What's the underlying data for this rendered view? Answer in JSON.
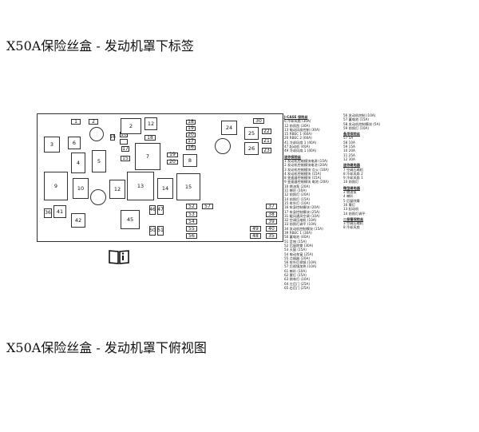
{
  "headings": {
    "top": "X50A保险丝盒 - 发动机罩下标签",
    "bottom": "X50A保险丝盒 - 发动机罩下俯视图"
  },
  "fusebox": {
    "labels": {
      "s1": "1",
      "s2": "2",
      "s3": "3",
      "s4": "4",
      "s5": "5",
      "s6": "6",
      "s7": "7",
      "s8": "8",
      "s9": "9",
      "s10": "10",
      "s12a": "12",
      "s12b": "12",
      "s13": "13",
      "s14": "14",
      "s15": "15",
      "s16": "16",
      "s17": "17",
      "s18": "18",
      "s19": "19",
      "s20": "20",
      "s21": "21",
      "s22": "22",
      "s23": "23",
      "s24": "24",
      "s25": "25",
      "s26": "26",
      "s29": "29",
      "s30": "30",
      "s31": "31",
      "s32": "32",
      "s33": "33",
      "s35": "35",
      "s36": "36",
      "s37": "37",
      "s38": "38",
      "s39": "39",
      "s40": "40",
      "s41": "41",
      "s42": "42",
      "s45": "45",
      "s46": "46",
      "s47": "47",
      "s48": "48",
      "s49": "49",
      "s50": "50",
      "s51": "51",
      "s52": "52",
      "s53": "53",
      "s54": "54",
      "s55": "55",
      "s56": "56",
      "s57": "57"
    }
  },
  "legend": {
    "col1": [
      {
        "type": "sec",
        "text": "J-CASE 保险丝"
      },
      {
        "type": "ln",
        "text": "6  冷却风扇 (30A)"
      },
      {
        "type": "ln",
        "text": "12  前雨刮 (30A)"
      },
      {
        "type": "ln",
        "text": "13  电动风扇控制 (30A)"
      },
      {
        "type": "ln",
        "text": "15  RBEC 1 (60A)"
      },
      {
        "type": "ln",
        "text": "20  RBEC 2 (60A)"
      },
      {
        "type": "ln",
        "text": "41  冷却风扇 1 (40A)"
      },
      {
        "type": "ln",
        "text": "47  起动机 (40A)"
      },
      {
        "type": "ln",
        "text": "49  冷却风扇 1 (40A)"
      },
      {
        "type": "sec",
        "text": "迷你保险丝"
      },
      {
        "type": "ln",
        "text": "1  发动机控制模块电源 (15A)"
      },
      {
        "type": "ln",
        "text": "2  发动机控制模块电池 (20A)"
      },
      {
        "type": "ln",
        "text": "3  发动机控制模块 点火 (10A)"
      },
      {
        "type": "ln",
        "text": "4  发动机控制模块 (15A)"
      },
      {
        "type": "ln",
        "text": "8  变速器控制模块 (15A)"
      },
      {
        "type": "ln",
        "text": "9  变速器控制模块 电池 (20A)"
      },
      {
        "type": "ln",
        "text": "10  燃油泵 (20A)"
      },
      {
        "type": "ln",
        "text": "11  喇叭 (10A)"
      },
      {
        "type": "ln",
        "text": "12  前照灯 (20A)"
      },
      {
        "type": "ln",
        "text": "14  前照灯 (15A)"
      },
      {
        "type": "ln",
        "text": "15  车外灯 (10A)"
      },
      {
        "type": "ln",
        "text": "16  车身控制模块 (20A)"
      },
      {
        "type": "ln",
        "text": "17  车身控制模块 (25A)"
      },
      {
        "type": "ln",
        "text": "31  暖风通风空调 (10A)"
      },
      {
        "type": "ln",
        "text": "32  空调压缩机 (10A)"
      },
      {
        "type": "ln",
        "text": "33  前照灯调平 (10A)"
      },
      {
        "type": "ln",
        "text": "34  发动机控制模块 (15A)"
      },
      {
        "type": "ln",
        "text": "39  RBEC 1 (30A)"
      },
      {
        "type": "ln",
        "text": "50  蓄电池 (40A)"
      },
      {
        "type": "ln",
        "text": "51  音响 (15A)"
      },
      {
        "type": "ln",
        "text": "52  后窗除雾 (30A)"
      },
      {
        "type": "ln",
        "text": "53  天窗 (15A)"
      },
      {
        "type": "ln",
        "text": "54  电动车窗 (25A)"
      },
      {
        "type": "ln",
        "text": "55  点烟器 (20A)"
      },
      {
        "type": "ln",
        "text": "56  车外后视镜 (10A)"
      },
      {
        "type": "ln",
        "text": "57  后视镜加热 (10A)"
      },
      {
        "type": "ln",
        "text": "61  喇叭 (10A)"
      },
      {
        "type": "ln",
        "text": "62  雾灯 (15A)"
      },
      {
        "type": "ln",
        "text": "63  倒车灯 (10A)"
      },
      {
        "type": "ln",
        "text": "64  左后门 (25A)"
      },
      {
        "type": "ln",
        "text": "65  右后门 (25A)"
      }
    ],
    "col2": [
      {
        "type": "ln",
        "text": "56  发动机控制 (10A)"
      },
      {
        "type": "ln",
        "text": "57  蓄电池 (15A)"
      },
      {
        "type": "ln",
        "text": "58  发动机控制模块 (5A)"
      },
      {
        "type": "ln",
        "text": "59  前照灯 (10A)"
      },
      {
        "type": "sec",
        "text": "备用保险丝"
      },
      {
        "type": "ln",
        "text": "57  5A"
      },
      {
        "type": "ln",
        "text": "58  10A"
      },
      {
        "type": "ln",
        "text": "59  15A"
      },
      {
        "type": "ln",
        "text": "10  20A"
      },
      {
        "type": "ln",
        "text": "11  25A"
      },
      {
        "type": "ln",
        "text": "12  30A"
      },
      {
        "type": "sec",
        "text": "迷你继电器"
      },
      {
        "type": "ln",
        "text": "7  空调压缩机"
      },
      {
        "type": "ln",
        "text": "8  冷却风扇 2"
      },
      {
        "type": "ln",
        "text": "9  冷却风扇 1"
      },
      {
        "type": "ln",
        "text": "10  前照灯"
      },
      {
        "type": "sec",
        "text": "微型继电器"
      },
      {
        "type": "ln",
        "text": "2  燃油泵"
      },
      {
        "type": "ln",
        "text": "4  喇叭"
      },
      {
        "type": "ln",
        "text": "5  后窗除雾"
      },
      {
        "type": "ln",
        "text": "16  雾灯"
      },
      {
        "type": "ln",
        "text": "13  起动机"
      },
      {
        "type": "ln",
        "text": "14  前照灯调平"
      },
      {
        "type": "sec",
        "text": "二极管保险丝"
      },
      {
        "type": "ln",
        "text": "3  空调压缩机"
      },
      {
        "type": "ln",
        "text": "8  冷却风扇"
      }
    ]
  }
}
